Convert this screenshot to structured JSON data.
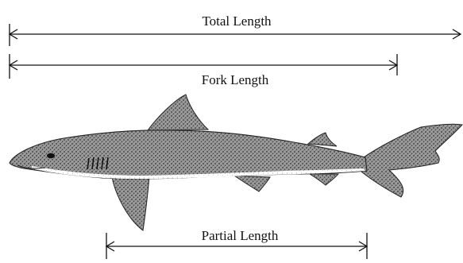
{
  "diagram": {
    "measurements": {
      "total": {
        "label": "Total Length"
      },
      "fork": {
        "label": "Fork Length"
      },
      "partial": {
        "label": "Partial Length"
      }
    },
    "subject_icon": "shark-illustration",
    "colors": {
      "ink": "#111111",
      "body_shade": "#7a7a7a",
      "belly": "#f4f4f4",
      "background": "#ffffff"
    }
  }
}
